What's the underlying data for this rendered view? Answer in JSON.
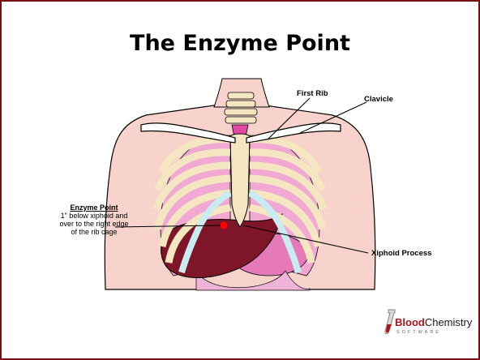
{
  "slide": {
    "title": "The Enzyme Point",
    "border_color": "#7a0d12"
  },
  "labels": {
    "first_rib": "First Rib",
    "clavicle": "Clavicle",
    "xiphoid": "Xiphoid Process",
    "enzyme_point_heading": "Enzyme Point",
    "enzyme_point_line1": "1\" below xiphoid and",
    "enzyme_point_line2": "over to the right edge",
    "enzyme_point_line3": "of the rib cage"
  },
  "logo": {
    "brand_bold": "Blood",
    "brand_rest": "Chemistry",
    "subtitle": "SOFTWARE",
    "icon": "test-tube-icon"
  },
  "colors": {
    "skin": "#f7d3cc",
    "rib": "#f3e6c0",
    "cartilage": "#c8ecf2",
    "lung": "#f1a9d3",
    "liver": "#7e1528",
    "marker": "#ff0000"
  }
}
